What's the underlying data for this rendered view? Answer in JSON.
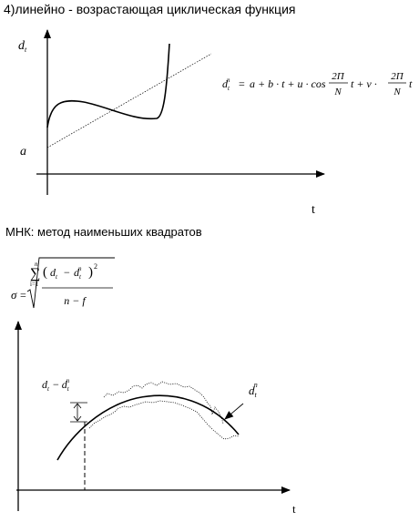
{
  "heading": "4)линейно - возрастающая циклическая функция",
  "mnk_label": "МНК: метод наименьших квадратов",
  "graph1": {
    "y_axis_label": "d",
    "y_axis_sub": "t",
    "a_label": "a",
    "x_axis_label": "t"
  },
  "formula1": {
    "lhs": "d",
    "lhs_sub": "t",
    "lhs_sup": "n",
    "eq": "=",
    "terms": "a + b · t + u · cos",
    "frac1_num": "2Π",
    "frac1_den": "N",
    "mid": "t + v ·",
    "frac2_num": "2Π",
    "frac2_den": "N",
    "tail": "t"
  },
  "formula2": {
    "sigma": "σ",
    "eq": "=",
    "sum_sym": "∑",
    "sum_top": "n",
    "sum_bottom": "i=1",
    "paren_open": "(",
    "d1": "d",
    "d1_sub": "t",
    "minus": "−",
    "d2": "d",
    "d2_sub": "t",
    "d2_sup": "n",
    "paren_close": ")",
    "square": "2",
    "denominator": "n − f"
  },
  "graph2": {
    "diff_d1": "d",
    "diff_d1_sub": "t",
    "diff_minus": "−",
    "diff_d2": "d",
    "diff_d2_sub": "t",
    "diff_d2_sup": "n",
    "curve_label": "d",
    "curve_label_sub": "t",
    "curve_label_sup": "n",
    "x_axis_label": "t"
  }
}
